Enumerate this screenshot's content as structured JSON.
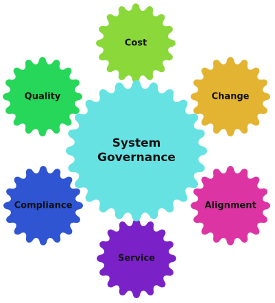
{
  "center": {
    "title_line1": "System",
    "title_line2": "Governance",
    "color": "#66e2e2"
  },
  "gears": [
    {
      "id": "cost",
      "label": "Cost",
      "color": "#8ad83a"
    },
    {
      "id": "change",
      "label": "Change",
      "color": "#e3b431"
    },
    {
      "id": "alignment",
      "label": "Alignment",
      "color": "#dc35a3"
    },
    {
      "id": "service",
      "label": "Service",
      "color": "#7a22c8"
    },
    {
      "id": "compliance",
      "label": "Compliance",
      "color": "#2f55d2"
    },
    {
      "id": "quality",
      "label": "Quality",
      "color": "#26d75a"
    }
  ]
}
